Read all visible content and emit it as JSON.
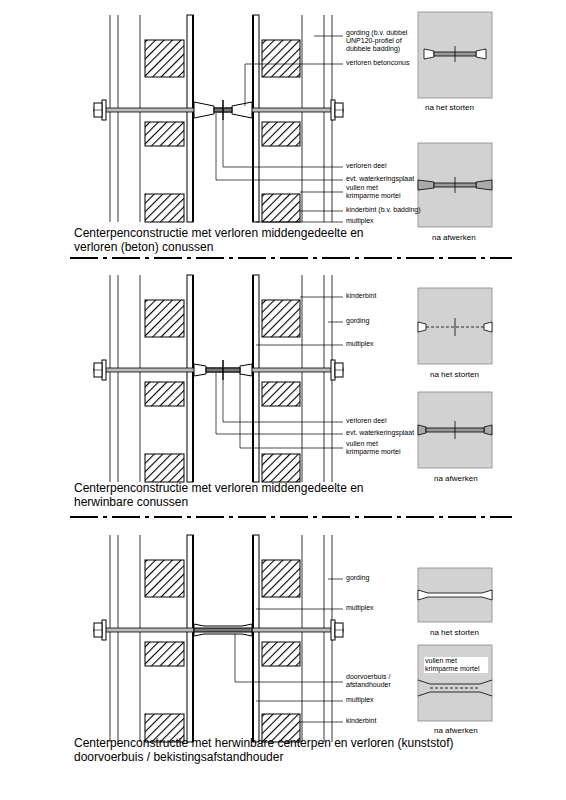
{
  "diagram": {
    "labels": [
      "gording (b.v. dubbel UNP120-profiel of dubbele badding)",
      "verloren betonconus",
      "verloren deel",
      "evt. waterkeringsplaat",
      "vullen met krimparme mortel",
      "kinderbint (b.v. badding)",
      "multiplex",
      "na het storten",
      "na afwerken",
      "Centerpenconstructie met verloren middengedeelte en verloren (beton) conussen",
      "kinderbint",
      "gording",
      "multiplex",
      "verloren deel",
      "evt. waterkeringsplaat",
      "vullen met krimparme mortel",
      "na het storten",
      "na afwerken",
      "Centerpenconstructie met verloren middengedeelte en herwinbare conussen",
      "gording",
      "multiplex",
      "doorvoerbuis / afstandhouder",
      "multiplex",
      "kinderbint",
      "na het storten",
      "vullen met krimparme mortel",
      "na afwerken",
      "Centerpenconstructie met herwinbare centerpen en verloren (kunststof) doorvoerbuis / bekistingsafstandhouder"
    ]
  }
}
